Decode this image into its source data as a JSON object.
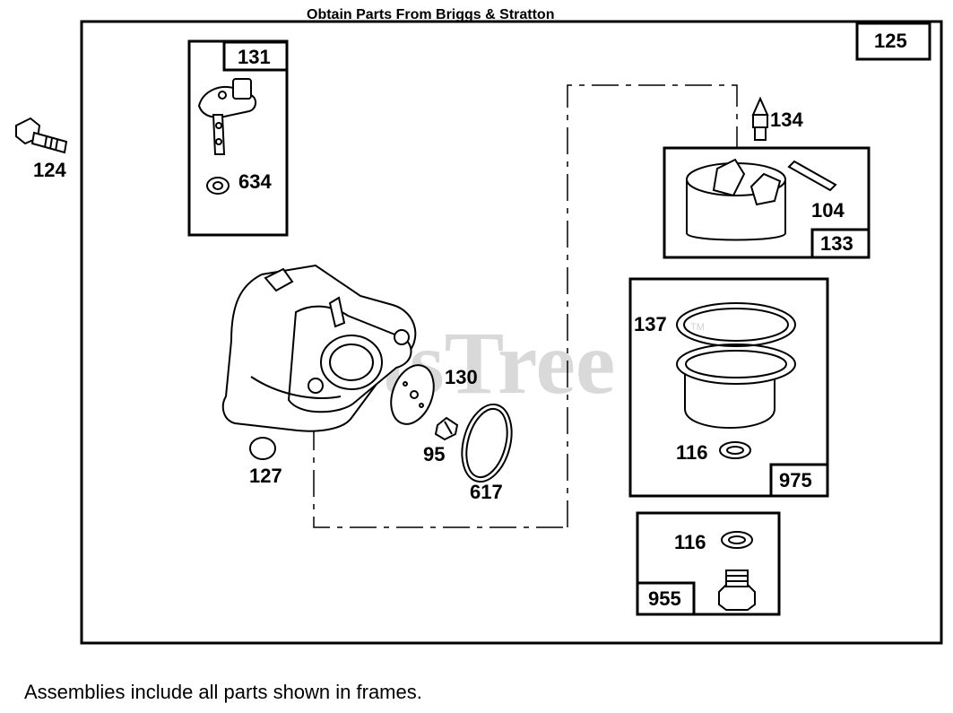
{
  "header": {
    "text": "Obtain Parts From Briggs & Stratton"
  },
  "footer": {
    "text": "Assemblies include all parts shown in frames."
  },
  "watermark": {
    "text": "PartsTree",
    "tm": "TM"
  },
  "assembly_frames": {
    "main": "125",
    "f131": "131",
    "f133": "133",
    "f975": "975",
    "f955": "955"
  },
  "part_labels": {
    "p124": "124",
    "p634": "634",
    "p134": "134",
    "p104": "104",
    "p137": "137",
    "p130": "130",
    "p95": "95",
    "p127": "127",
    "p617": "617",
    "p116a": "116",
    "p116b": "116"
  }
}
